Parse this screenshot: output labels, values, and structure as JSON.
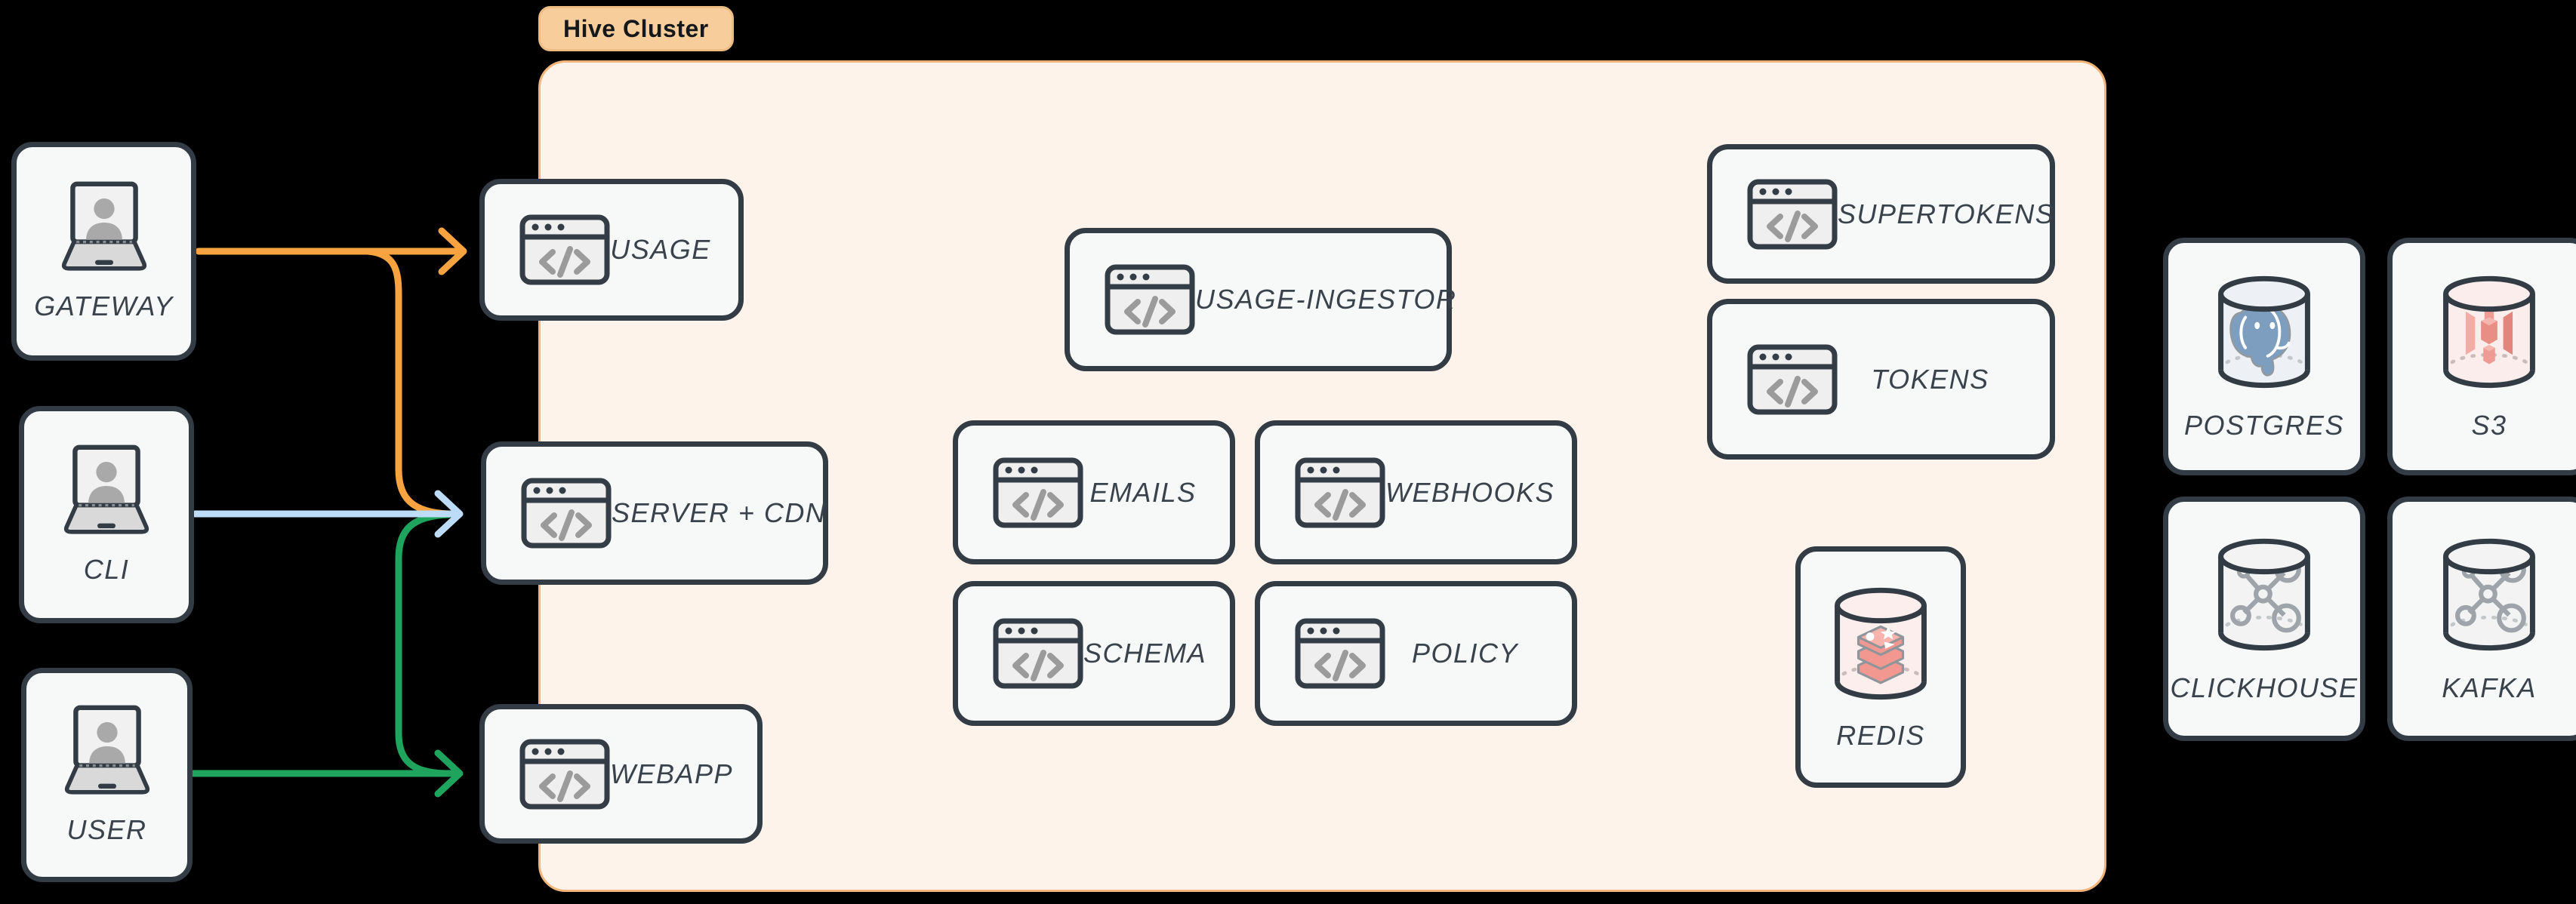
{
  "cluster": {
    "label": "Hive Cluster"
  },
  "clients": {
    "gateway": "GATEWAY",
    "cli": "CLI",
    "user": "USER"
  },
  "services": {
    "usage": "USAGE",
    "server_cdn": "SERVER + CDN",
    "webapp": "WEBAPP",
    "usage_ingestor": "USAGE-INGESTOR",
    "emails": "EMAILS",
    "webhooks": "WEBHOOKS",
    "schema": "SCHEMA",
    "policy": "POLICY",
    "supertokens": "SUPERTOKENS",
    "tokens": "TOKENS",
    "redis": "REDIS"
  },
  "databases": {
    "postgres": "POSTGRES",
    "s3": "S3",
    "clickhouse": "CLICKHOUSE",
    "kafka": "KAFKA"
  },
  "icons": {
    "clients": "laptop-user-icon",
    "services": "code-window-icon",
    "redis": "redis-cylinder-icon",
    "postgres": "postgres-cylinder-icon",
    "s3": "s3-cylinder-icon",
    "clickhouse": "molecule-cylinder-icon",
    "kafka": "molecule-cylinder-icon"
  },
  "colors": {
    "arrow_orange": "#F7A440",
    "arrow_blue": "#BCDCF8",
    "arrow_green": "#1EA45C",
    "cluster_bg": "#FDF3EA",
    "cluster_border": "#F3B479",
    "badge_bg": "#F7CD9B",
    "badge_border": "#EDBC83",
    "node_bg": "#F7F9F8",
    "node_border": "#333B44",
    "label_color": "#3A424B"
  }
}
